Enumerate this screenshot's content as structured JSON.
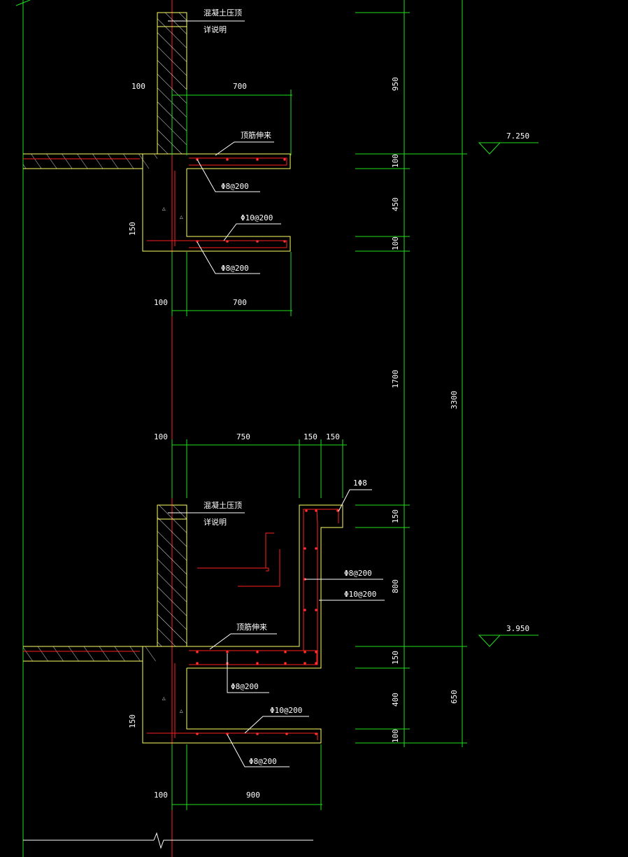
{
  "top": {
    "note_line1": "混凝土压顶",
    "note_line2": "详说明",
    "dim_wall_100": "100",
    "dim_top_700": "700",
    "label_top_bar": "顶筋伸来",
    "bar_slab_top": "Φ8@200",
    "bar_mid": "Φ10@200",
    "bar_lower": "Φ8@200",
    "dim_150": "150",
    "dim_bottom_100": "100",
    "dim_bottom_700": "700"
  },
  "bottom": {
    "dim_100": "100",
    "dim_750": "750",
    "dim_150a": "150",
    "dim_150b": "150",
    "label_1phi8": "1Φ8",
    "note_line1": "混凝土压顶",
    "note_line2": "详说明",
    "bar_inner": "Φ8@200",
    "bar_outer": "Φ10@200",
    "label_top_bar": "顶筋伸来",
    "bar_slab": "Φ8@200",
    "bar_mid": "Φ10@200",
    "bar_lower": "Φ8@200",
    "dim_150": "150",
    "dim_bottom_100": "100",
    "dim_bottom_900": "900"
  },
  "right_dims": {
    "d950": "950",
    "d100a": "100",
    "d450": "450",
    "d100b": "100",
    "d1700": "1700",
    "d150a": "150",
    "d800": "800",
    "d150b": "150",
    "d400": "400",
    "d100c": "100",
    "total_3300": "3300",
    "d650": "650"
  },
  "levels": {
    "upper": "7.250",
    "lower": "3.950"
  },
  "colors": {
    "dimension": "#1fe01f",
    "outline": "#ffff66",
    "rebar": "#ff2020",
    "text": "#ffffff"
  }
}
